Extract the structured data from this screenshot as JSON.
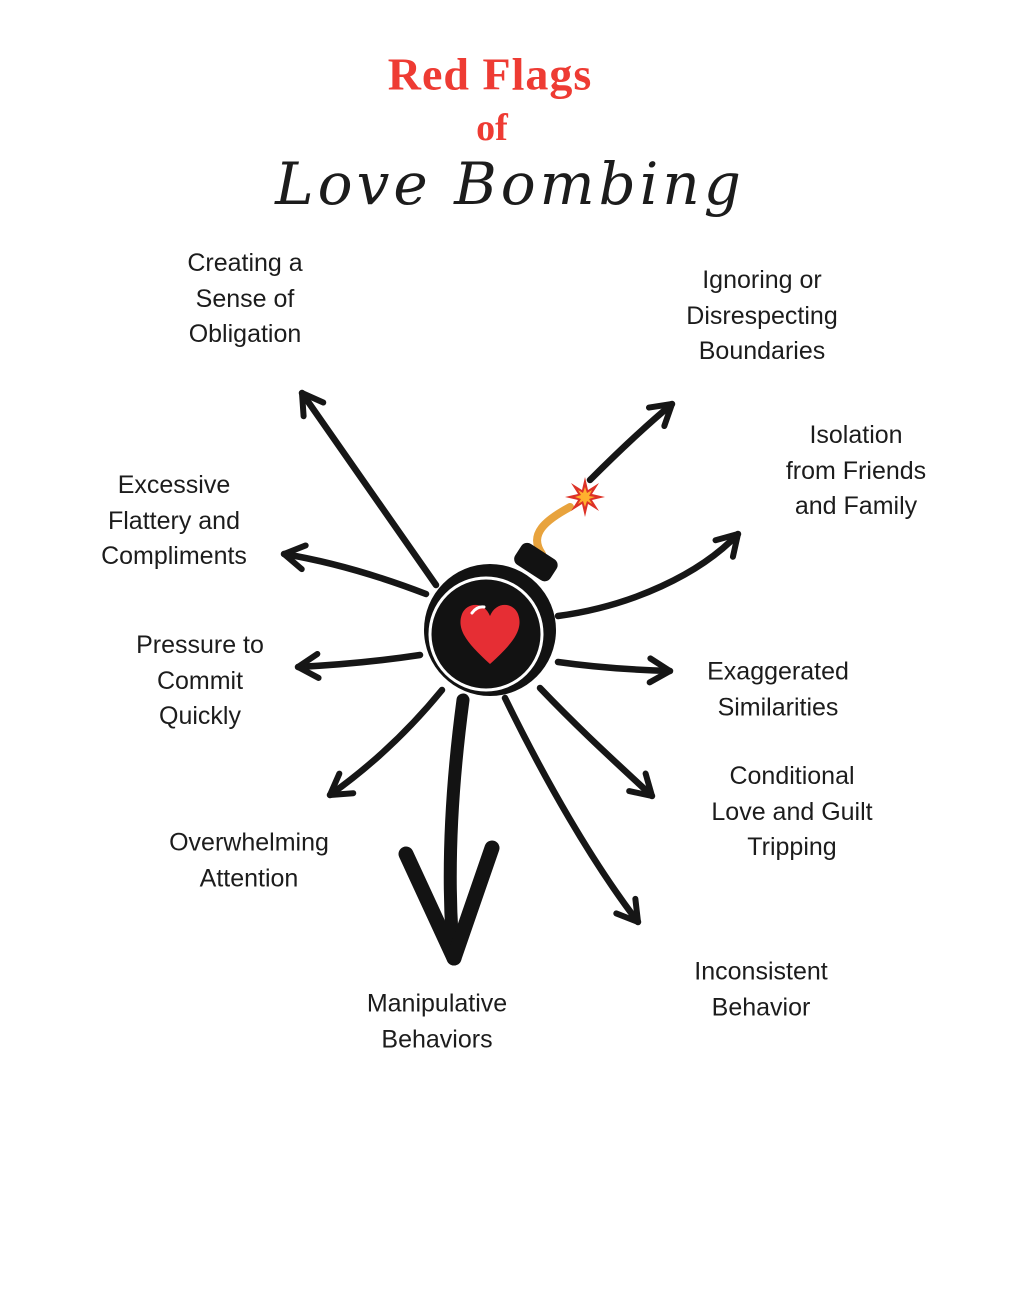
{
  "title": {
    "line1": "Red Flags",
    "line2": "of",
    "script": "Love Bombing"
  },
  "center_icon": "heart-bomb",
  "labels": [
    {
      "key": "creating-obligation",
      "text": "Creating a\nSense of\nObligation"
    },
    {
      "key": "ignoring-boundaries",
      "text": "Ignoring or\nDisrespecting\nBoundaries"
    },
    {
      "key": "isolation",
      "text": "Isolation\nfrom Friends\nand Family"
    },
    {
      "key": "excessive-flattery",
      "text": "Excessive\nFlattery and\nCompliments"
    },
    {
      "key": "pressure-commit",
      "text": "Pressure to\nCommit\nQuickly"
    },
    {
      "key": "exaggerated-similarities",
      "text": "Exaggerated\nSimilarities"
    },
    {
      "key": "conditional-love",
      "text": "Conditional\nLove and Guilt\nTripping"
    },
    {
      "key": "overwhelming-attention",
      "text": "Overwhelming\nAttention"
    },
    {
      "key": "manipulative-behaviors",
      "text": "Manipulative\nBehaviors"
    },
    {
      "key": "inconsistent-behavior",
      "text": "Inconsistent\nBehavior"
    }
  ],
  "colors": {
    "title_red": "#ee3b33",
    "ink": "#161616",
    "fuse_orange": "#e8a33d",
    "spark_red": "#dd3227",
    "spark_orange": "#ffb02e",
    "heart_red": "#e62e34"
  }
}
